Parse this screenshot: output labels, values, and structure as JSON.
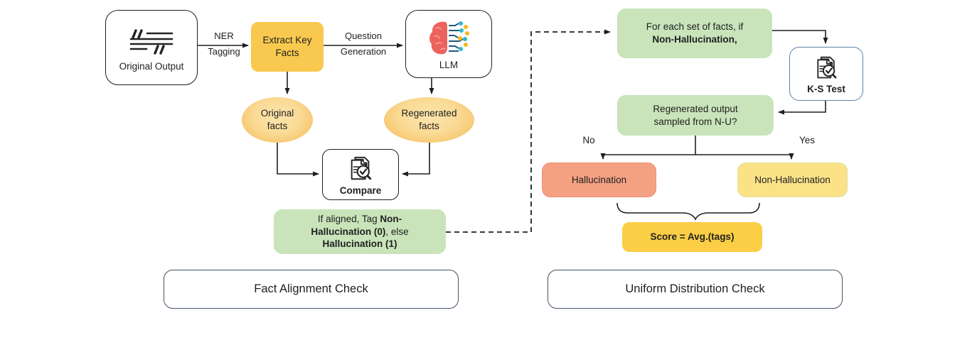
{
  "left": {
    "original_output": {
      "label": "Original Output"
    },
    "ner_edge": {
      "line1": "NER",
      "line2": "Tagging"
    },
    "extract_key_facts": {
      "line1": "Extract Key",
      "line2": "Facts"
    },
    "question_edge": {
      "line1": "Question",
      "line2": "Generation"
    },
    "llm": {
      "label": "LLM"
    },
    "original_facts": {
      "line1": "Original",
      "line2": "facts"
    },
    "regenerated_facts": {
      "line1": "Regenerated",
      "line2": "facts"
    },
    "compare": {
      "label": "Compare"
    },
    "align_tag": {
      "line1_pre": "If aligned, Tag ",
      "line1_bold": "Non-",
      "line2_bold": "Hallucination (0)",
      "line2_post": ", else",
      "line3_bold": "Hallucination (1)"
    },
    "section_label": "Fact Alignment Check"
  },
  "right": {
    "for_each": {
      "line1": "For each set of facts, if",
      "line2_bold": "Non-Hallucination,"
    },
    "ks_test": {
      "label": "K-S Test"
    },
    "regen_sampled": {
      "line1": "Regenerated output",
      "line2": "sampled from N-U?"
    },
    "no_label": "No",
    "yes_label": "Yes",
    "hallucination": {
      "label": "Hallucination"
    },
    "non_hallucination": {
      "label": "Non-Hallucination"
    },
    "score": {
      "label": "Score = Avg.(tags)"
    },
    "section_label": "Uniform Distribution Check"
  },
  "icons": {
    "quote_text_icon": "quoted text lines",
    "brain_icon": "red brain with neural network dots",
    "doc_check_icon": "documents with magnifier and checkmark"
  },
  "colors": {
    "green_box": "#C9E4BA",
    "yellow_box": "#F8C94E",
    "gold_box": "#FBCE46",
    "pale_yellow_box": "#FBE287",
    "salmon_box": "#F4A183",
    "ellipse_light": "#FBDC9C",
    "ellipse_deep": "#F4B955",
    "ks_border": "#5E81A8",
    "section_border": "#44546A",
    "line": "#1F1F1F",
    "brain_red": "#EC625D",
    "net_blue": "#21587E",
    "dot_teal": "#2EB8C9",
    "dot_yellow": "#F5B81C"
  }
}
